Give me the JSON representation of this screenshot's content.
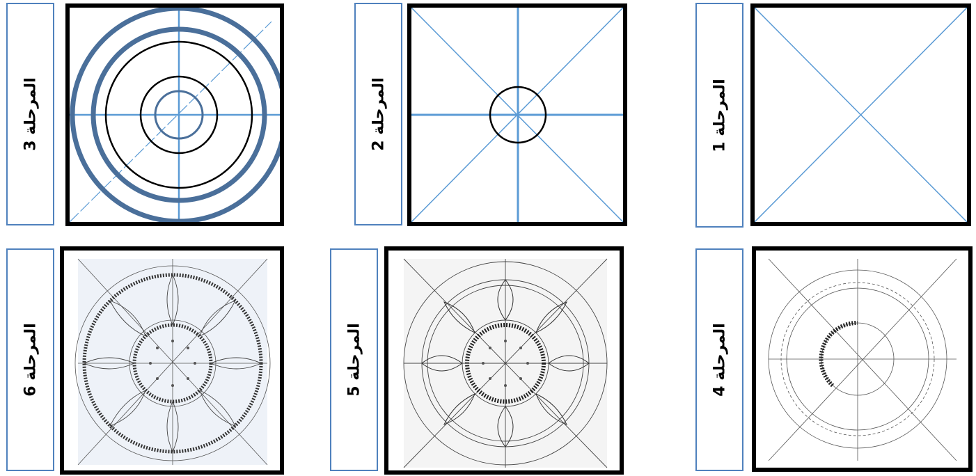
{
  "stages": [
    {
      "id": 1,
      "label": "المرحلة 1"
    },
    {
      "id": 2,
      "label": "المرحلة 2"
    },
    {
      "id": 3,
      "label": "المرحلة 3"
    },
    {
      "id": 4,
      "label": "المرحلة 4"
    },
    {
      "id": 5,
      "label": "المرحلة 5"
    },
    {
      "id": 6,
      "label": "المرحلة 6"
    }
  ],
  "colors": {
    "guide_line": "#5b9bd5",
    "heavy_circle": "#4a6f9a",
    "frame_border": "#000000",
    "label_border": "#4f81bd"
  }
}
